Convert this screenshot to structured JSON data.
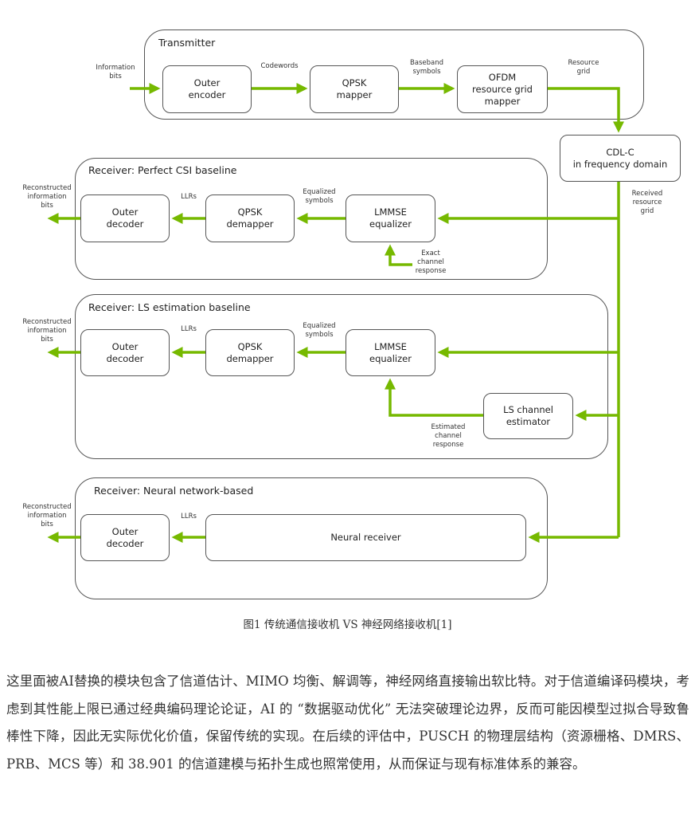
{
  "diagram": {
    "line_color": "#76b900",
    "border_color": "#555555",
    "transmitter": {
      "title": "Transmitter",
      "input_label": "Information\nbits",
      "blocks": {
        "outer_encoder": "Outer\nencoder",
        "qpsk_mapper": "QPSK\nmapper",
        "ofdm_mapper": "OFDM\nresource grid\nmapper"
      },
      "labels": {
        "codewords": "Codewords",
        "baseband": "Baseband\nsymbols",
        "resource_grid": "Resource\ngrid"
      }
    },
    "channel": {
      "block": "CDL-C\nin frequency domain",
      "output_label": "Received\nresource\ngrid"
    },
    "receivers": [
      {
        "title": "Receiver: Perfect CSI baseline",
        "output_label": "Reconstructed\ninformation\nbits",
        "blocks": {
          "decoder": "Outer\ndecoder",
          "demapper": "QPSK\ndemapper",
          "equalizer": "LMMSE\nequalizer"
        },
        "labels": {
          "llrs": "LLRs",
          "equalized": "Equalized\nsymbols",
          "channel_input": "Exact\nchannel\nresponse"
        }
      },
      {
        "title": "Receiver: LS estimation baseline",
        "output_label": "Reconstructed\ninformation\nbits",
        "blocks": {
          "decoder": "Outer\ndecoder",
          "demapper": "QPSK\ndemapper",
          "equalizer": "LMMSE\nequalizer",
          "estimator": "LS channel\nestimator"
        },
        "labels": {
          "llrs": "LLRs",
          "equalized": "Equalized\nsymbols",
          "channel_input": "Estimated\nchannel\nresponse"
        }
      },
      {
        "title": "Receiver: Neural network-based",
        "output_label": "Reconstructed\ninformation\nbits",
        "blocks": {
          "decoder": "Outer\ndecoder",
          "neural": "Neural receiver"
        },
        "labels": {
          "llrs": "LLRs"
        }
      }
    ]
  },
  "caption": "图1 传统通信接收机 VS 神经网络接收机[1]",
  "paragraph": "这里面被AI替换的模块包含了信道估计、MIMO 均衡、解调等，神经网络直接输出软比特。对于信道编译码模块，考虑到其性能上限已通过经典编码理论论证，AI 的 “数据驱动优化” 无法突破理论边界，反而可能因模型过拟合导致鲁棒性下降，因此无实际优化价值，保留传统的实现。在后续的评估中，PUSCH 的物理层结构（资源栅格、DMRS、PRB、MCS 等）和 38.901 的信道建模与拓扑生成也照常使用，从而保证与现有标准体系的兼容。"
}
